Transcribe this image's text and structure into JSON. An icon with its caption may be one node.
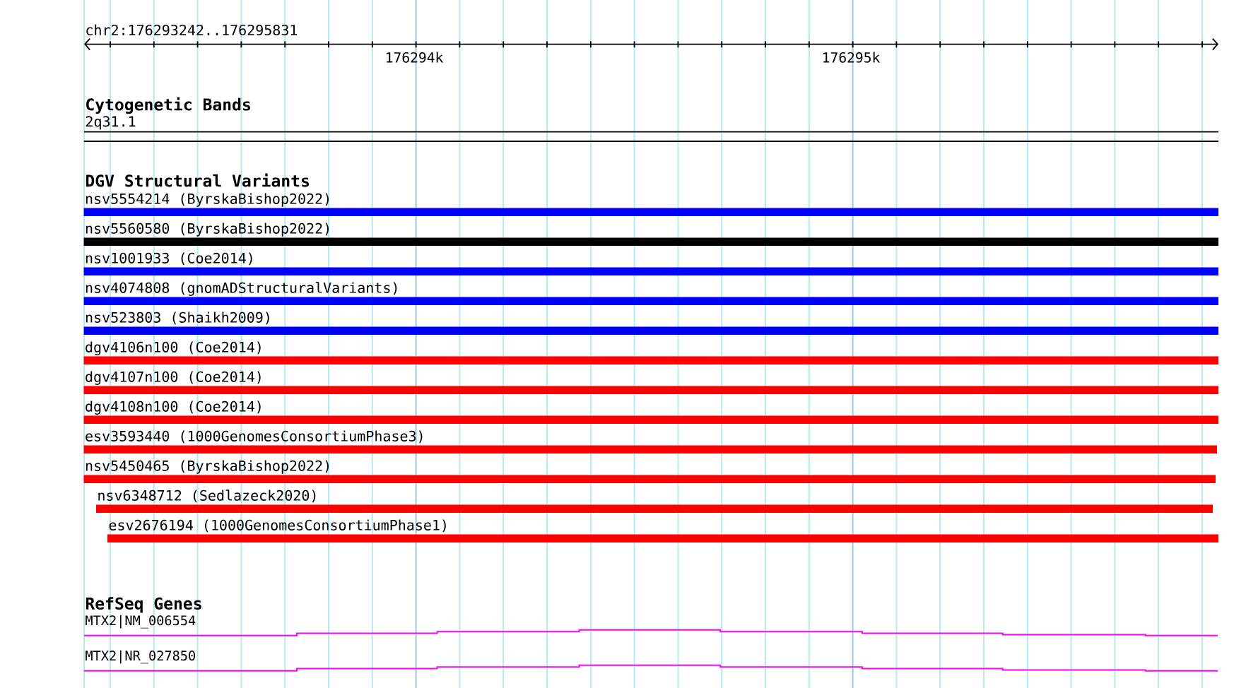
{
  "diagram": {
    "nodes": [
      {
        "text": [
          "2q31.1"
        ]
      },
      {
        "text": [
          "nsv5554214 (ByrskaBishop2022)"
        ]
      },
      {
        "text": [
          "nsv5560580 (ByrskaBishop2022)"
        ]
      },
      {
        "text": [
          "nsv1001933 (Coe2014)"
        ]
      },
      {
        "text": [
          "nsv4074808 (gnomADStructuralVariants)"
        ]
      },
      {
        "text": [
          "nsv523803 (Shaikh2009)"
        ]
      },
      {
        "text": [
          "dgv4106n100 (Coe2014)"
        ]
      },
      {
        "text": [
          "dgv4107n100 (Coe2014)"
        ]
      },
      {
        "text": [
          "dgv4108n100 (Coe2014)"
        ]
      },
      {
        "text": [
          "esv3593440 (1000GenomesConsortiumPhase3)"
        ]
      },
      {
        "text": [
          "nsv5450465 (ByrskaBishop2022)"
        ]
      },
      {
        "text": [
          "nsv6348712 (Sedlazeck2020)"
        ]
      },
      {
        "text": [
          "esv2676194 (1000GenomesConsortiumPhase1)"
        ]
      },
      {
        "text": [
          "MTX2|NM_006554"
        ]
      },
      {
        "text": [
          "MTX2|NR_027850"
        ]
      }
    ],
    "labels": [
      "chr2:176293242..176295831",
      "176294k",
      "176295k",
      "Cytogenetic Bands",
      "DGV Structural Variants",
      "RefSeq Genes"
    ]
  }
}
